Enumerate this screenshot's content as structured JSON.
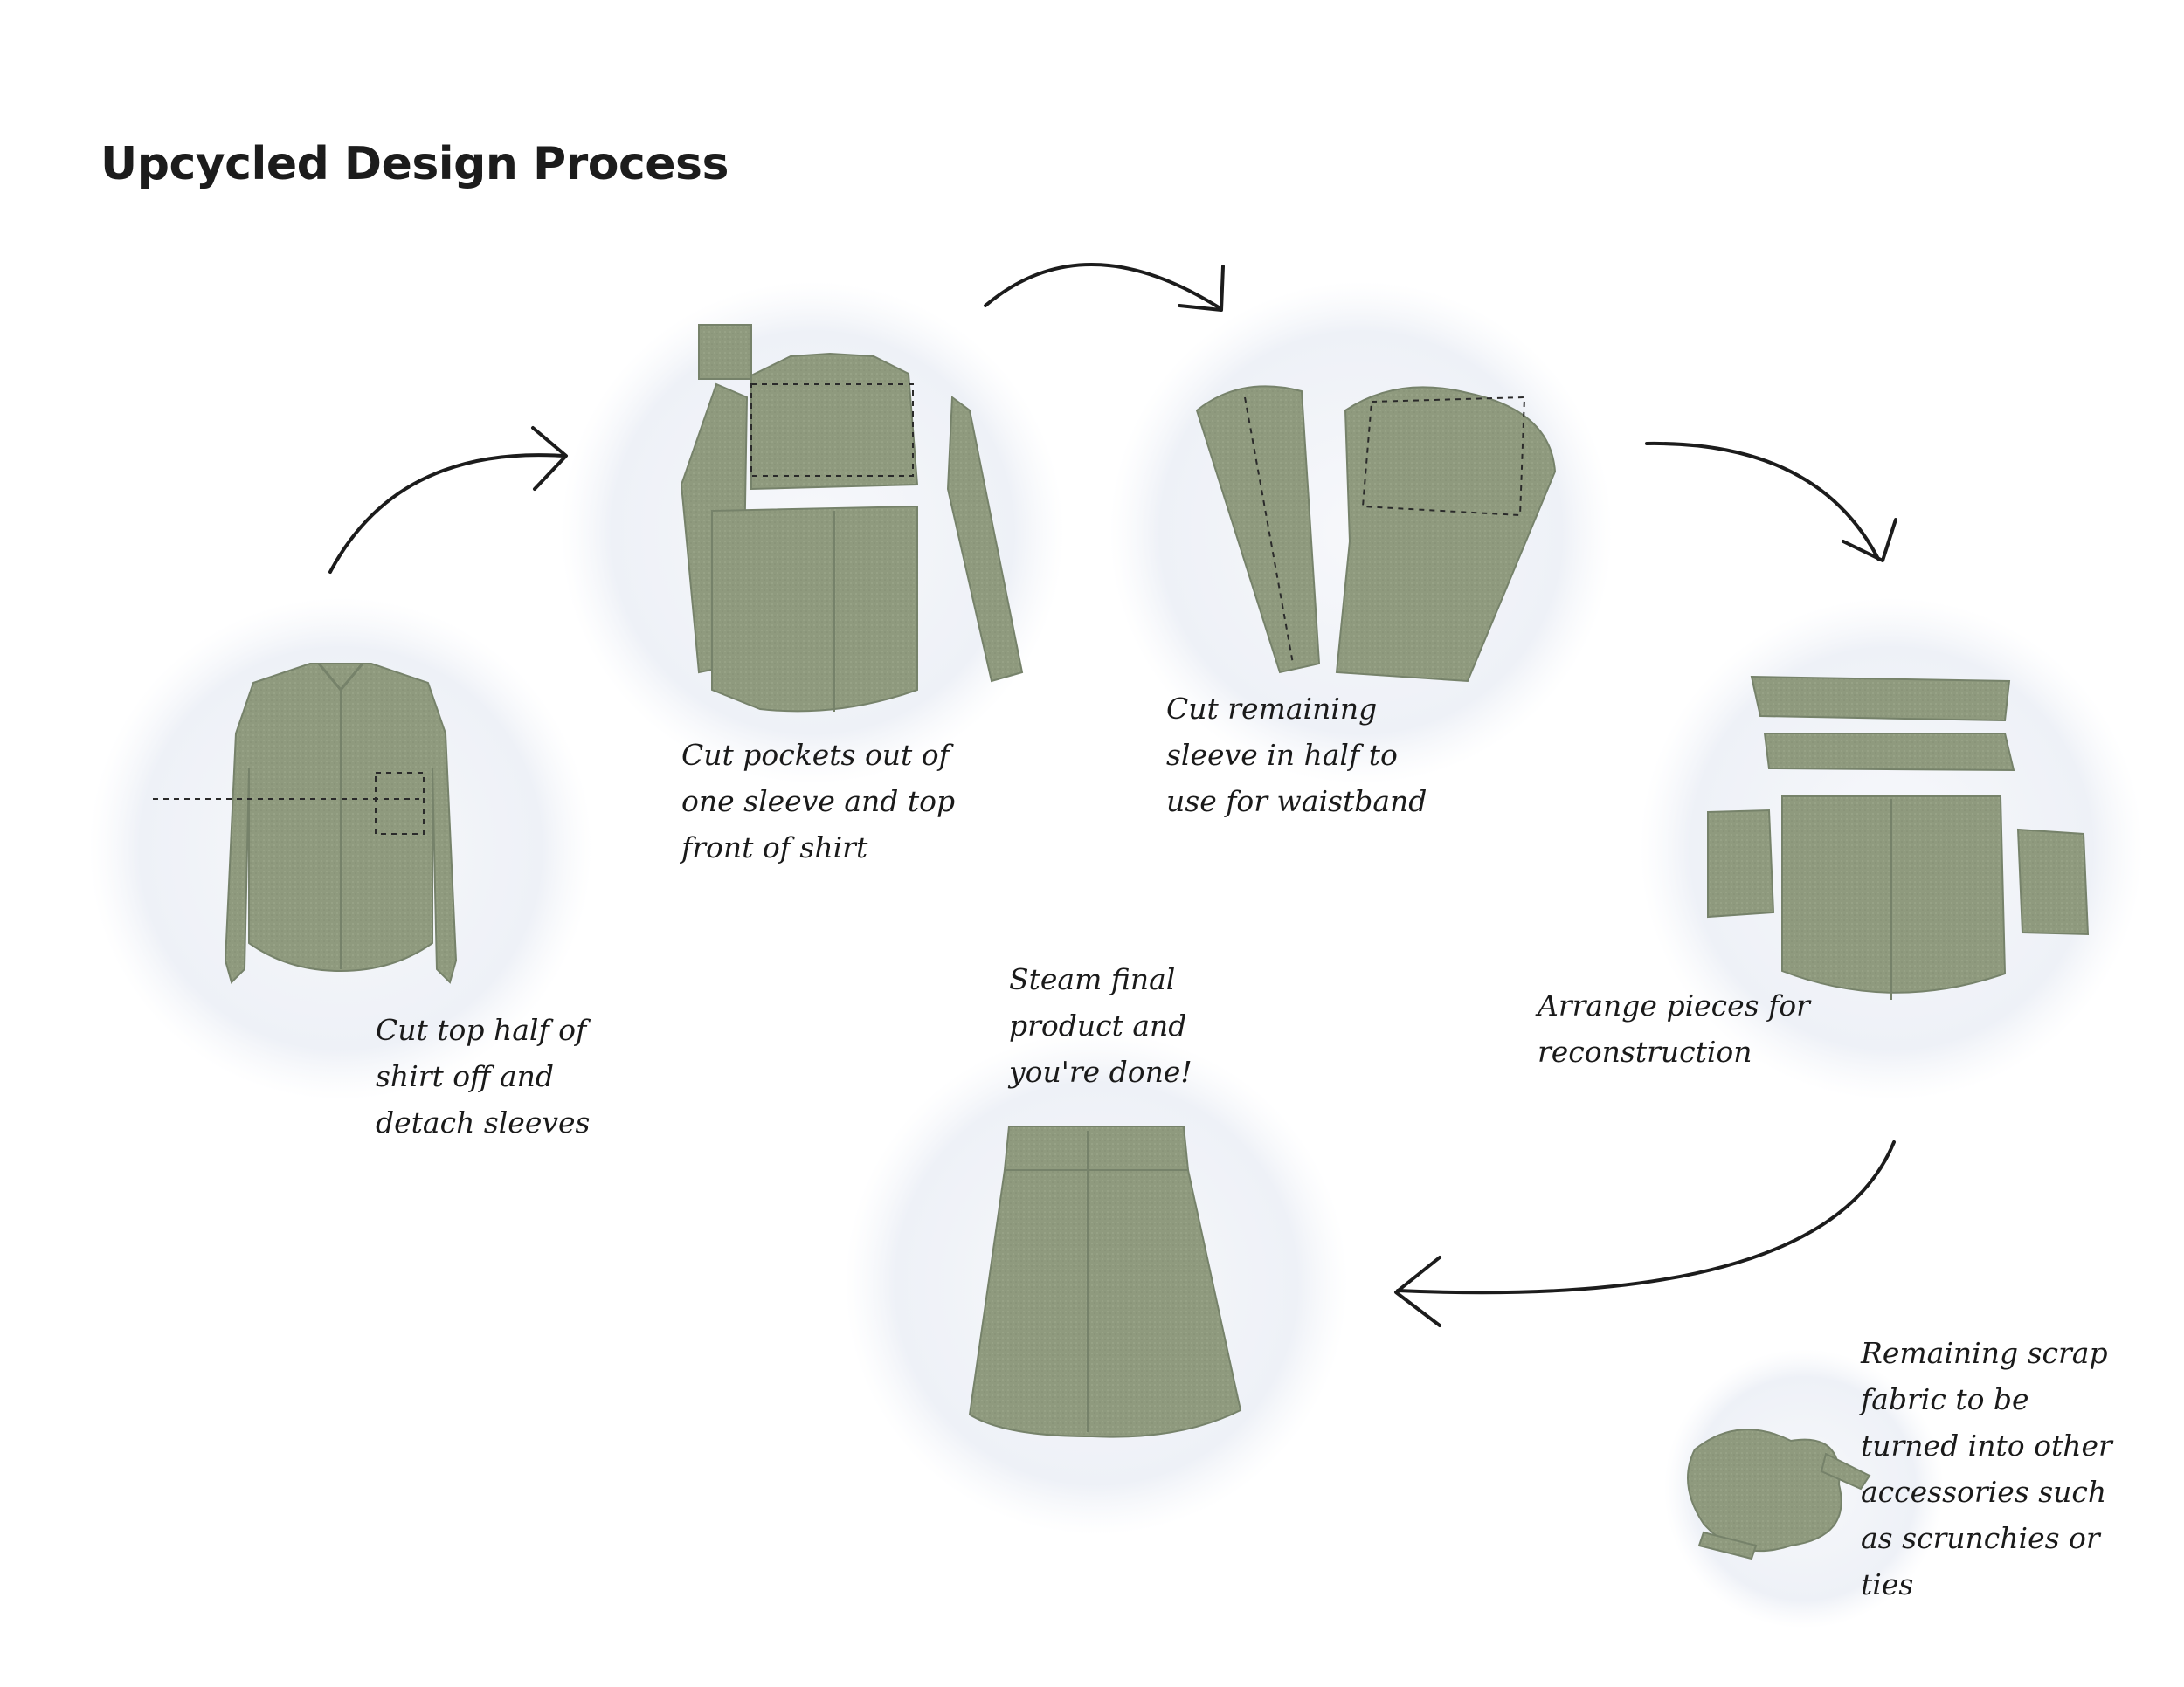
{
  "title": "Upcycled Design Process",
  "steps": [
    {
      "note": "Cut top half of\nshirt off and\ndetach sleeves"
    },
    {
      "note": "Cut pockets out of\none sleeve and top\nfront of shirt"
    },
    {
      "note": "Cut remaining\nsleeve in half to\nuse for waistband"
    },
    {
      "note": "Arrange pieces for\nreconstruction"
    },
    {
      "note": "Steam final\nproduct and\nyou're done!"
    },
    {
      "note": "Remaining scrap\nfabric to be\nturned into other\naccessories such\nas scrunchies or\nties"
    }
  ],
  "colors": {
    "fabric": "#8f9a7e",
    "fabric_dark": "#76826a",
    "circle_bg": "#eef1f7",
    "ink": "#1c1c1c"
  }
}
